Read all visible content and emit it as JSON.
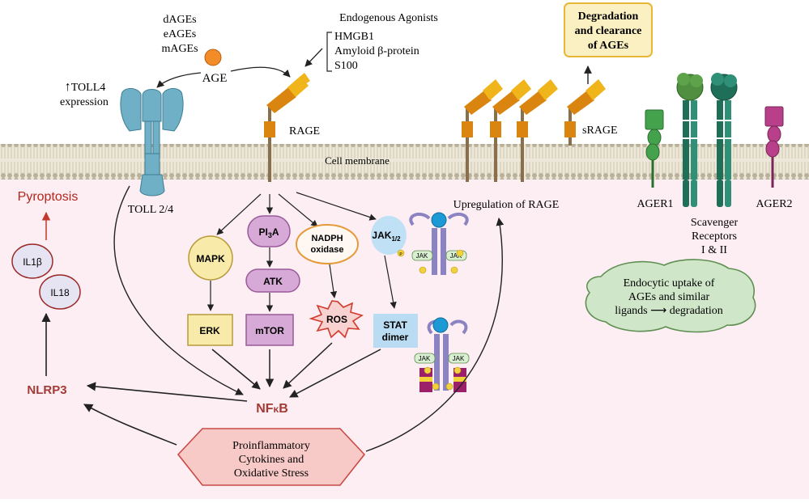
{
  "ligands": {
    "age_types": [
      "dAGEs",
      "eAGEs",
      "mAGEs"
    ],
    "age": "AGE"
  },
  "agonists": {
    "title": "Endogenous Agonists",
    "items": [
      "HMGB1",
      "Amyloid β-protein",
      "S100"
    ]
  },
  "toll": {
    "expression_arrow": "↑",
    "expression_line1": "TOLL4",
    "expression_line2": "expression",
    "receptor": "TOLL 2/4"
  },
  "rage": {
    "label": "RAGE",
    "membrane": "Cell membrane"
  },
  "pyroptosis": {
    "label": "Pyroptosis",
    "il1b": "IL1β",
    "il18": "IL18",
    "nlrp3": "NLRP3"
  },
  "pathways": {
    "mapk": "MAPK",
    "erk": "ERK",
    "pi3a": {
      "prefix": "PI",
      "sub": "3",
      "suffix": "A"
    },
    "atk": "ATK",
    "mtor": "mTOR",
    "nadph_line1": "NADPH",
    "nadph_line2": "oxidase",
    "ros": "ROS",
    "jak": {
      "main": "JAK",
      "sub": "1/2"
    },
    "jak_small": "JAK",
    "p": "P",
    "stat_line1": "STAT",
    "stat_line2": "dimer",
    "nfkb": {
      "prefix": "NF",
      "kappa": "κ",
      "suffix": "B"
    }
  },
  "cytokines": {
    "line1": "Proinflammatory",
    "line2": "Cytokines and",
    "line3": "Oxidative Stress"
  },
  "upregulation": "Upregulation of RAGE",
  "srage": "sRAGE",
  "degradation": {
    "line1": "Degradation",
    "line2": "and clearance",
    "line3": "of AGEs"
  },
  "scavengers": {
    "ager1": "AGER1",
    "ager2": "AGER2",
    "scavenger_line1": "Scavenger",
    "scavenger_line2": "Receptors",
    "scavenger_line3": "I & II",
    "endocytic_line1": "Endocytic uptake of",
    "endocytic_line2": "AGEs and similar",
    "endocytic_line3a": "ligands",
    "endocytic_arrow": "⟶",
    "endocytic_line3b": "degradation"
  },
  "colors": {
    "cytoplasm": "#fdeef3",
    "membrane_head": "#c9c2ad",
    "membrane_tail": "#ebe6d6",
    "rage_yellow": "#f0b51a",
    "rage_orange": "#d9850f",
    "rage_stalk": "#8a6f4d",
    "toll": "#6fb0c6",
    "age_dot": "#f28c28",
    "red_label": "#b3261e",
    "mapk_fill": "#f8eaa8",
    "mapk_stroke": "#b89a3a",
    "pi3a_fill": "#d6a9d6",
    "pi3a_stroke": "#9a5a9a",
    "nadph_stroke": "#e59a3a",
    "ros_fill": "#f7d2d0",
    "ros_stroke": "#d23a2c",
    "stat_fill": "#b9dcf2",
    "jak_fill": "#bfe0f5",
    "cytokine_fill": "#f7c9c7",
    "cytokine_stroke": "#c94a45",
    "degradation_fill": "#fbf0c2",
    "degradation_stroke": "#e8b73a",
    "endocytic_fill": "#cfe6c9",
    "endocytic_stroke": "#5f8f52",
    "ager1": "#45a24c",
    "ager2": "#b8408a",
    "scavenger_dark": "#1f6e57",
    "scavenger_mid": "#2f8f77"
  }
}
